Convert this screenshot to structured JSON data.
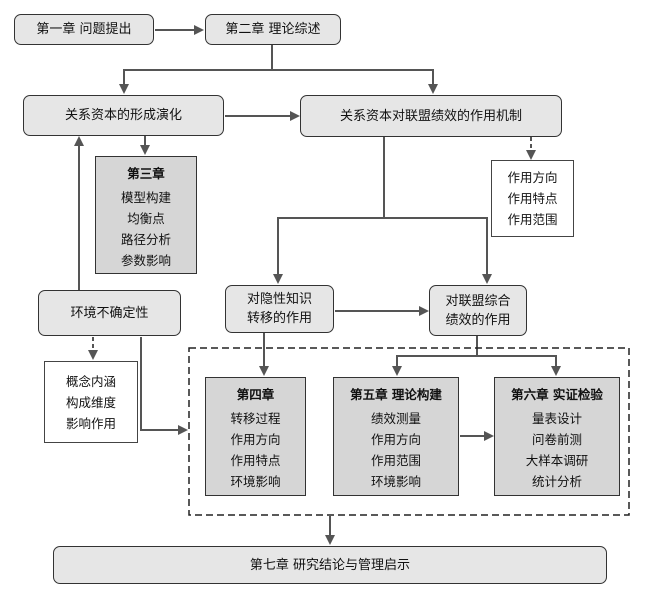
{
  "nodes": {
    "ch1": "第一章  问题提出",
    "ch2": "第二章  理论综述",
    "formation": "关系资本的形成演化",
    "mechanism": "关系资本对联盟绩效的作用机制",
    "environment": "环境不确定性",
    "tacit_line1": "对隐性知识",
    "tacit_line2": "转移的作用",
    "perf_line1": "对联盟综合",
    "perf_line2": "绩效的作用",
    "ch7": "第七章  研究结论与管理启示"
  },
  "ch3": {
    "title": "第三章",
    "items": [
      "模型构建",
      "均衡点",
      "路径分析",
      "参数影响"
    ]
  },
  "ch4": {
    "title": "第四章",
    "items": [
      "转移过程",
      "作用方向",
      "作用特点",
      "环境影响"
    ]
  },
  "ch5": {
    "title": "第五章  理论构建",
    "items": [
      "绩效测量",
      "作用方向",
      "作用范围",
      "环境影响"
    ]
  },
  "ch6": {
    "title": "第六章  实证检验",
    "items": [
      "量表设计",
      "问卷前测",
      "大样本调研",
      "统计分析"
    ]
  },
  "mechanism_notes": [
    "作用方向",
    "作用特点",
    "作用范围"
  ],
  "environment_notes": [
    "概念内涵",
    "构成维度",
    "影响作用"
  ],
  "colors": {
    "box_fill": "#e6e6e6",
    "stage_fill": "#d6d6d6",
    "line": "#555555"
  }
}
